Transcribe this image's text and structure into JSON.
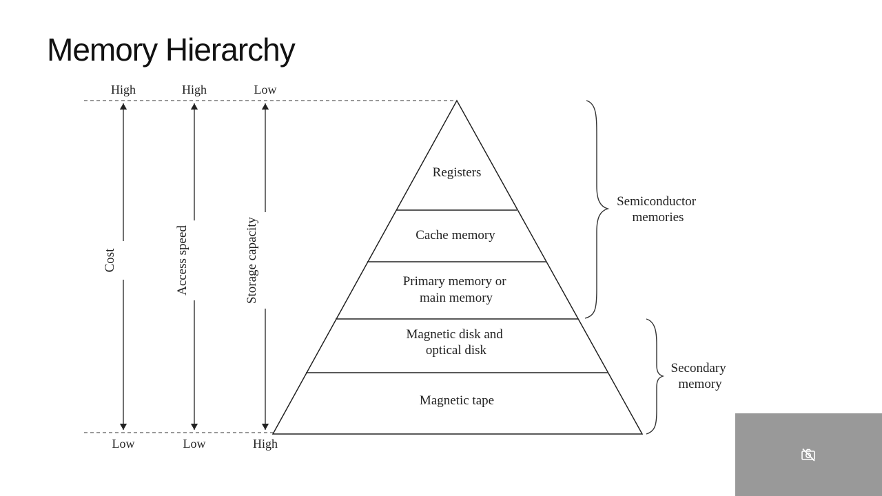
{
  "slide": {
    "title": "Memory Hierarchy"
  },
  "axes": [
    {
      "name": "Cost",
      "top": "High",
      "bottom": "Low"
    },
    {
      "name": "Access speed",
      "top": "High",
      "bottom": "Low"
    },
    {
      "name": "Storage capacity",
      "top": "Low",
      "bottom": "High"
    }
  ],
  "pyramid": {
    "levels": [
      {
        "lines": [
          "Registers"
        ]
      },
      {
        "lines": [
          "Cache memory"
        ]
      },
      {
        "lines": [
          "Primary memory or",
          "main memory"
        ]
      },
      {
        "lines": [
          "Magnetic disk and",
          "optical disk"
        ]
      },
      {
        "lines": [
          "Magnetic tape"
        ]
      }
    ]
  },
  "groups": [
    {
      "lines": [
        "Semiconductor",
        "memories"
      ]
    },
    {
      "lines": [
        "Secondary",
        "memory"
      ]
    }
  ],
  "overlay": {
    "icon": "camera-off-icon",
    "color": "#999999"
  }
}
